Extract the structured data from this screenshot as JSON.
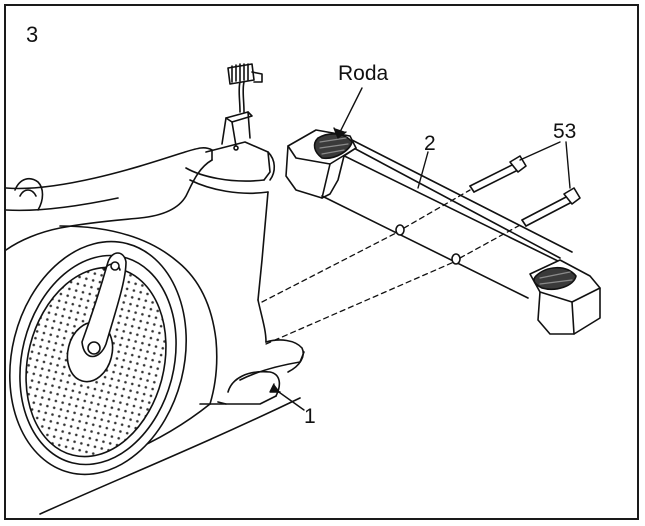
{
  "step_number": "3",
  "labels": {
    "roda": "Roda",
    "part_2": "2",
    "part_53": "53",
    "part_1": "1"
  },
  "colors": {
    "line": "#111111",
    "background": "#ffffff",
    "tread": "#3a3a3a",
    "tread_light": "#8a8a8a"
  }
}
